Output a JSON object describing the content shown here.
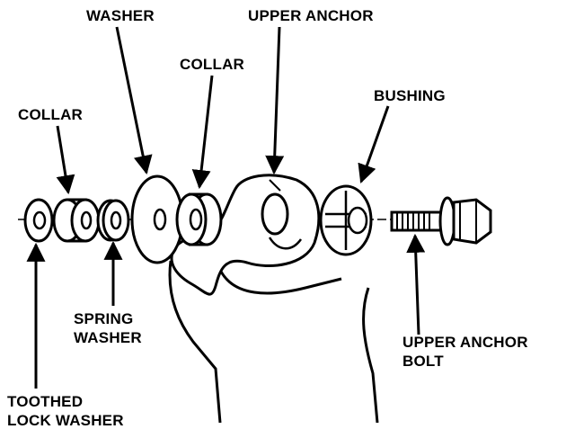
{
  "labels": {
    "washer": "WASHER",
    "upper_anchor": "UPPER ANCHOR",
    "collar_top": "COLLAR",
    "collar_left": "COLLAR",
    "bushing": "BUSHING",
    "spring_washer": [
      "SPRING",
      "WASHER"
    ],
    "upper_anchor_bolt": [
      "UPPER ANCHOR",
      "BOLT"
    ],
    "toothed_lock_washer": [
      "TOOTHED",
      "LOCK WASHER"
    ]
  },
  "colors": {
    "ink": "#000000",
    "paper": "#ffffff"
  }
}
